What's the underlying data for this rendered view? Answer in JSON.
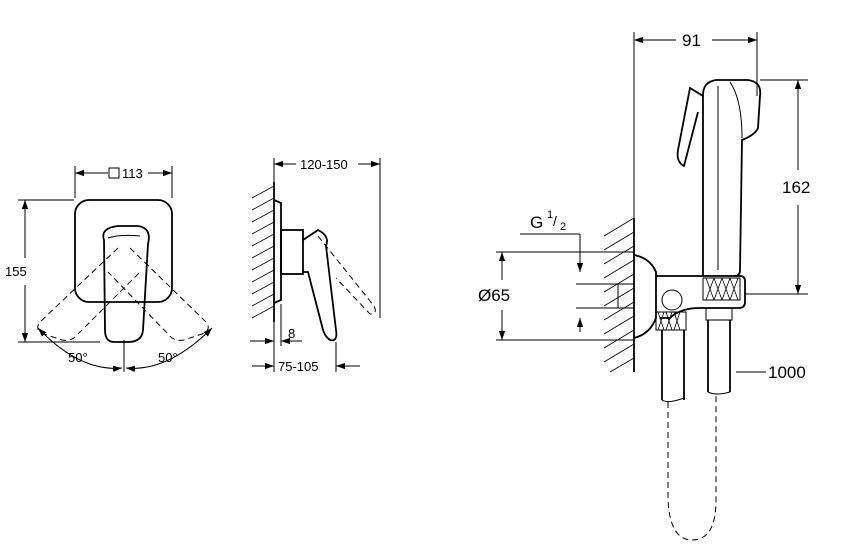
{
  "dimensions": {
    "plate_width": "113",
    "plate_height": "155",
    "angle_left": "50°",
    "angle_right": "50°",
    "depth_range": "120-150",
    "plate_offset": "8",
    "projection_range": "75-105",
    "connection_thread": "G",
    "thread_numerator": "1",
    "thread_denominator": "2",
    "diameter": "Ø65",
    "spray_depth": "91",
    "spray_height": "162",
    "hose_length": "1000"
  }
}
